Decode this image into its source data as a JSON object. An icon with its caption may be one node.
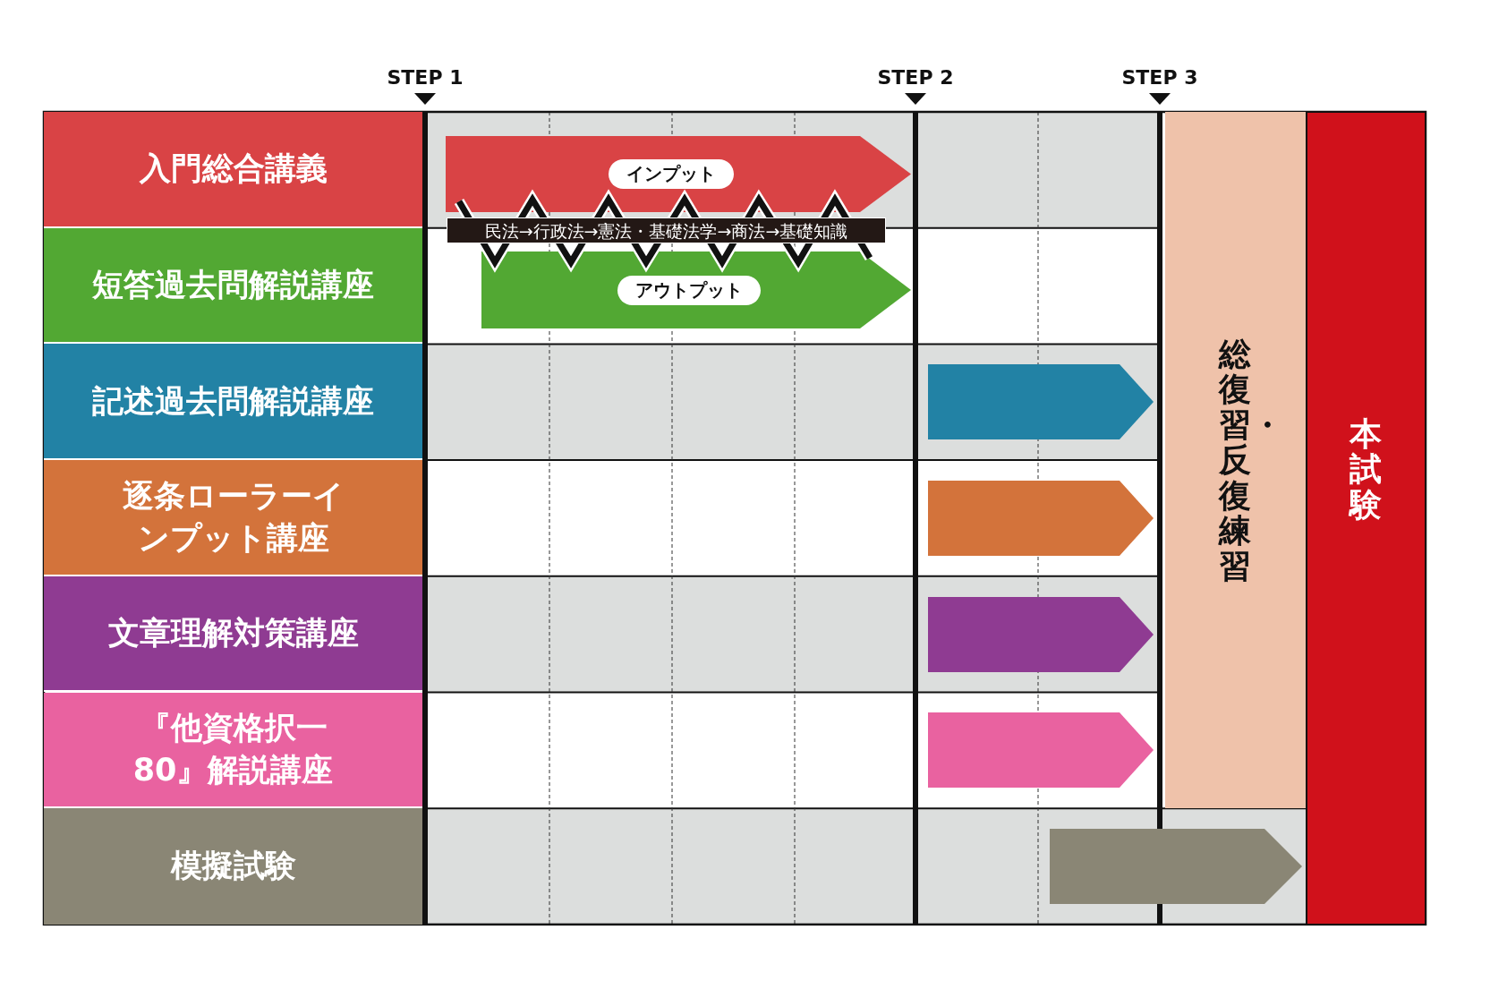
{
  "diagram": {
    "nodes": [
      {
        "text": [
          "入門総合講義"
        ]
      },
      {
        "text": [
          "短答過去問解説講座"
        ]
      },
      {
        "text": [
          "記述過去問解説講座"
        ]
      },
      {
        "text": [
          "逐条ローラーインプット講座"
        ]
      },
      {
        "text": [
          "文章理解対策講座"
        ]
      },
      {
        "text": [
          "『他資格択一 80』解説講座"
        ]
      },
      {
        "text": [
          "模擬試験"
        ]
      },
      {
        "text": [
          "インプット"
        ]
      },
      {
        "text": [
          "アウトプット"
        ]
      },
      {
        "text": [],
        "shape": "arrow"
      },
      {
        "text": [],
        "shape": "arrow"
      },
      {
        "text": [],
        "shape": "arrow"
      },
      {
        "text": [],
        "shape": "arrow"
      },
      {
        "text": [],
        "shape": "arrow"
      },
      {
        "text": [
          "総復習・反復練習"
        ]
      },
      {
        "text": [
          "本試験"
        ]
      }
    ],
    "edges": [],
    "labels": [
      "STEP 1",
      "STEP 2",
      "STEP 3",
      "民法→行政法→憲法・基礎法学→商法→基礎知識"
    ]
  }
}
